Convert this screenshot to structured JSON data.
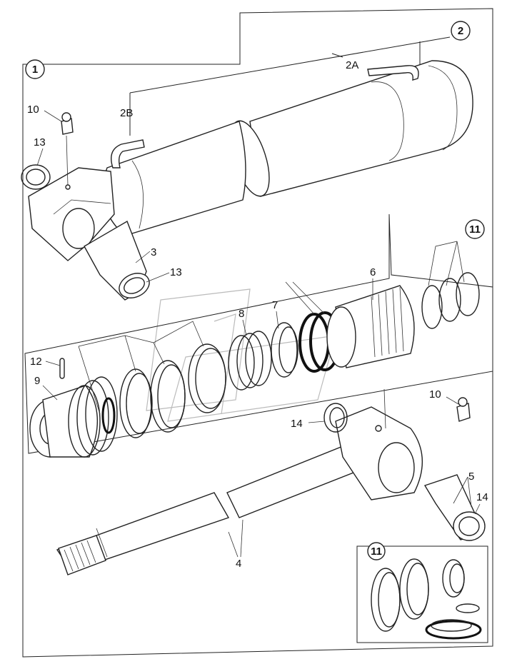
{
  "callouts": {
    "c1": "1",
    "c2": "2",
    "c2a": "2A",
    "c2b": "2B",
    "c3": "3",
    "c4": "4",
    "c5": "5",
    "c6": "6",
    "c7": "7",
    "c8": "8",
    "c9": "9",
    "c10a": "10",
    "c10b": "10",
    "c11a": "11",
    "c11b": "11",
    "c12": "12",
    "c13a": "13",
    "c13b": "13",
    "c14a": "14",
    "c14b": "14"
  }
}
